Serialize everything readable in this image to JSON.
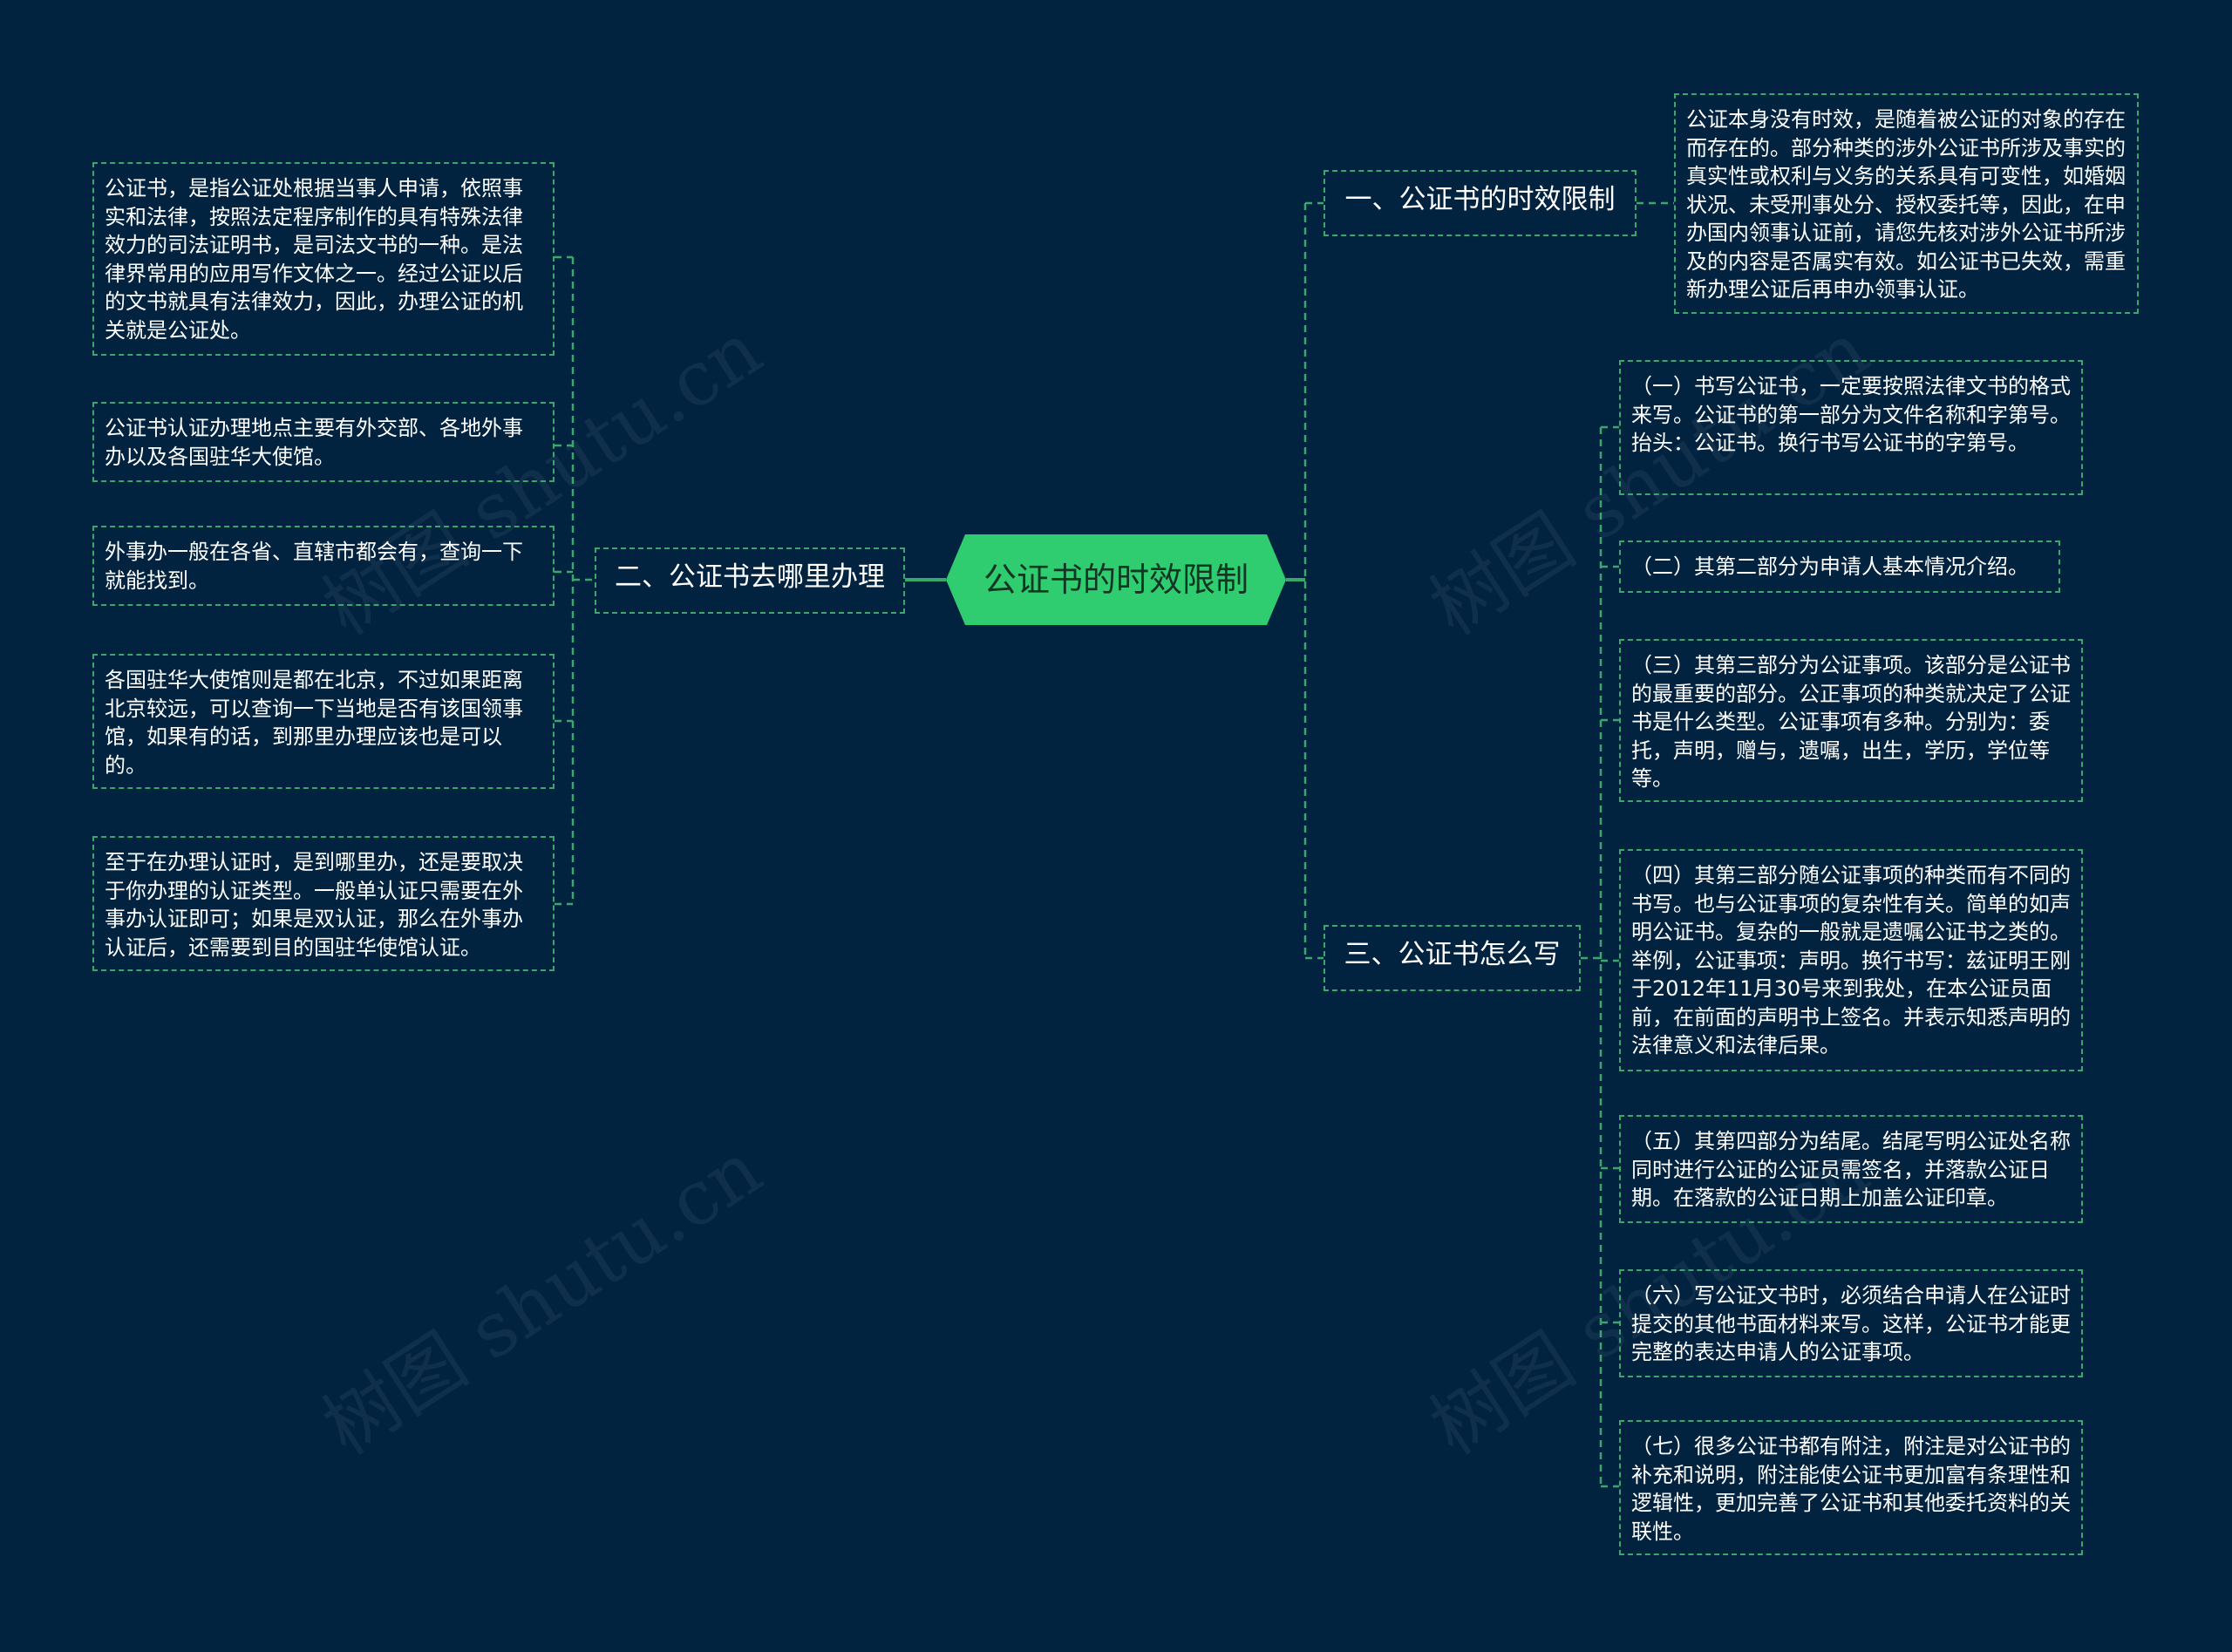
{
  "central_topic": "公证书的时效限制",
  "watermark": "树图 shutu.cn",
  "branches": [
    {
      "title": "一、公证书的时效限制",
      "items": [
        "公证本身没有时效，是随着被公证的对象的存在而存在的。部分种类的涉外公证书所涉及事实的真实性或权利与义务的关系具有可变性，如婚姻状况、未受刑事处分、授权委托等，因此，在申办国内领事认证前，请您先核对涉外公证书所涉及的内容是否属实有效。如公证书已失效，需重新办理公证后再申办领事认证。"
      ]
    },
    {
      "title": "二、公证书去哪里办理",
      "items": [
        "公证书，是指公证处根据当事人申请，依照事实和法律，按照法定程序制作的具有特殊法律效力的司法证明书，是司法文书的一种。是法律界常用的应用写作文体之一。经过公证以后的文书就具有法律效力，因此，办理公证的机关就是公证处。",
        "公证书认证办理地点主要有外交部、各地外事办以及各国驻华大使馆。",
        "外事办一般在各省、直辖市都会有，查询一下就能找到。",
        "各国驻华大使馆则是都在北京，不过如果距离北京较远，可以查询一下当地是否有该国领事馆，如果有的话，到那里办理应该也是可以的。",
        "至于在办理认证时，是到哪里办，还是要取决于你办理的认证类型。一般单认证只需要在外事办认证即可；如果是双认证，那么在外事办认证后，还需要到目的国驻华使馆认证。"
      ]
    },
    {
      "title": "三、公证书怎么写",
      "items": [
        "（一）书写公证书，一定要按照法律文书的格式来写。公证书的第一部分为文件名称和字第号。抬头：公证书。换行书写公证书的字第号。",
        "（二）其第二部分为申请人基本情况介绍。",
        "（三）其第三部分为公证事项。该部分是公证书的最重要的部分。公正事项的种类就决定了公证书是什么类型。公证事项有多种。分别为：委托，声明，赠与，遗嘱，出生，学历，学位等等。",
        "（四）其第三部分随公证事项的种类而有不同的书写。也与公证事项的复杂性有关。简单的如声明公证书。复杂的一般就是遗嘱公证书之类的。举例，公证事项：声明。换行书写：兹证明王刚于2012年11月30号来到我处，在本公证员面前，在前面的声明书上签名。并表示知悉声明的法律意义和法律后果。",
        "（五）其第四部分为结尾。结尾写明公证处名称同时进行公证的公证员需签名，并落款公证日期。在落款的公证日期上加盖公证印章。",
        "（六）写公证文书时，必须结合申请人在公证时提交的其他书面材料来写。这样，公证书才能更完整的表达申请人的公证事项。",
        "（七）很多公证书都有附注，附注是对公证书的补充和说明，附注能使公证书更加富有条理性和逻辑性，更加完善了公证书和其他委托资料的关联性。"
      ]
    }
  ]
}
